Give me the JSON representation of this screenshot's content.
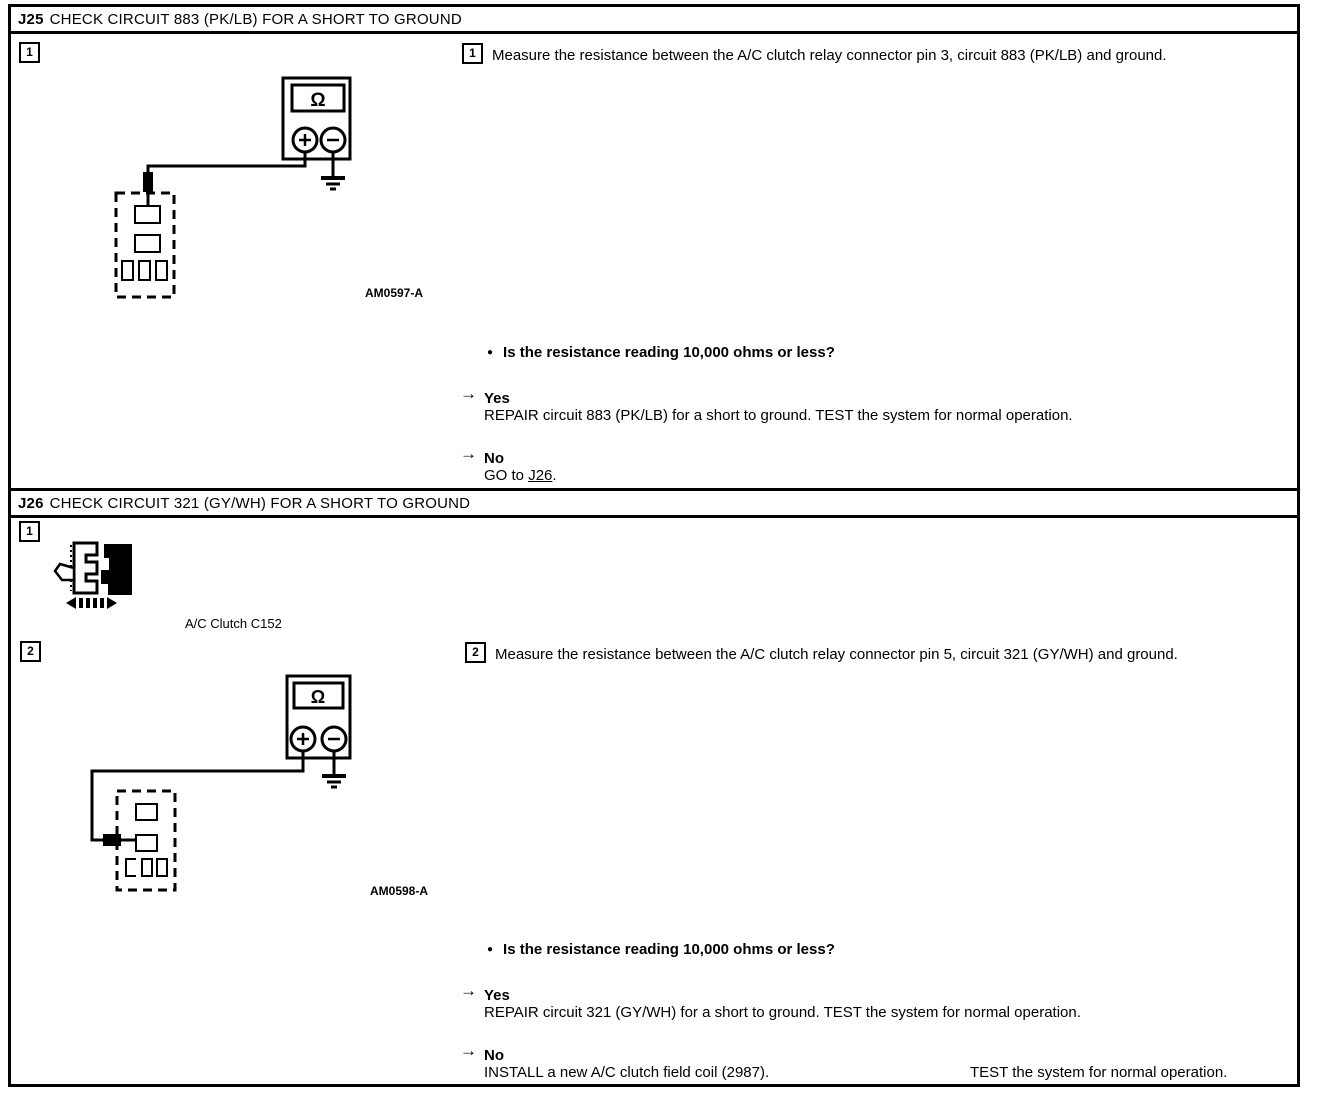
{
  "glyphs": {
    "arrow": "→",
    "bullet": "●"
  },
  "meter": {
    "ohms": "Ω"
  },
  "j25": {
    "code": "J25",
    "title": "CHECK CIRCUIT 883 (PK/LB) FOR A SHORT TO GROUND",
    "left_marker": "1",
    "figure_label": "AM0597-A",
    "step_marker": "1",
    "instruction": "Measure the resistance between the A/C clutch relay connector pin 3, circuit 883 (PK/LB) and ground.",
    "question": "Is the resistance reading 10,000 ohms or less?",
    "yes_label": "Yes",
    "yes_action": "REPAIR circuit 883 (PK/LB) for a short to ground. TEST the system for normal operation.",
    "no_label": "No",
    "no_prefix": "GO to ",
    "no_link": "J26",
    "no_suffix": "."
  },
  "j26": {
    "code": "J26",
    "title": "CHECK CIRCUIT 321 (GY/WH) FOR A SHORT TO GROUND",
    "marker1": "1",
    "clutch_caption": "A/C Clutch C152",
    "marker2": "2",
    "figure_label": "AM0598-A",
    "step_marker": "2",
    "instruction": "Measure the resistance between the A/C clutch relay connector pin 5, circuit 321 (GY/WH) and ground.",
    "question": "Is the resistance reading 10,000 ohms or less?",
    "yes_label": "Yes",
    "yes_action": "REPAIR circuit 321 (GY/WH) for a short to ground. TEST the system for normal operation.",
    "no_label": "No",
    "no_action": "INSTALL a new A/C clutch field coil (2987).",
    "no_action2": "TEST the system for normal operation."
  }
}
